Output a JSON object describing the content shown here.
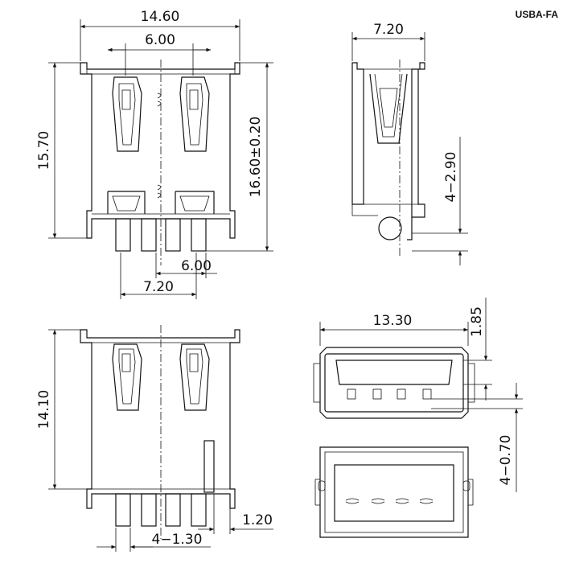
{
  "title": "USBA-FA",
  "dims": {
    "top_width": "14.60",
    "top_pitch": "6.00",
    "top_height": "15.70",
    "top_total_height": "16.60±0.20",
    "top_pin_span": "7.20",
    "top_pin_pitch": "6.00",
    "side_width": "7.20",
    "side_pin": "4−2.90",
    "bot_height": "14.10",
    "bot_pin_width": "4−1.30",
    "bot_pin_thick": "1.20",
    "front_width": "13.30",
    "front_top": "1.85",
    "front_contact": "4−0.70"
  }
}
